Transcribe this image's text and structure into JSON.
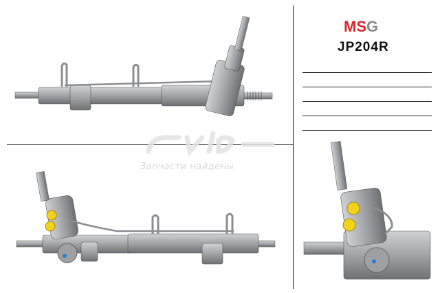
{
  "brand": {
    "logo_text_red": "MS",
    "logo_text_gray": "G",
    "logo_colors": {
      "red": "#d9262b",
      "gray": "#8a8a8a"
    }
  },
  "part_number": "JP204R",
  "watermark": {
    "subtitle": "Запчасти найдены"
  },
  "info_lines": [
    "",
    "",
    "",
    "",
    "",
    ""
  ],
  "colors": {
    "part_body": "#a9aaad",
    "part_shadow": "#6d6e70",
    "cap_yellow": "#f2d21a"
  }
}
